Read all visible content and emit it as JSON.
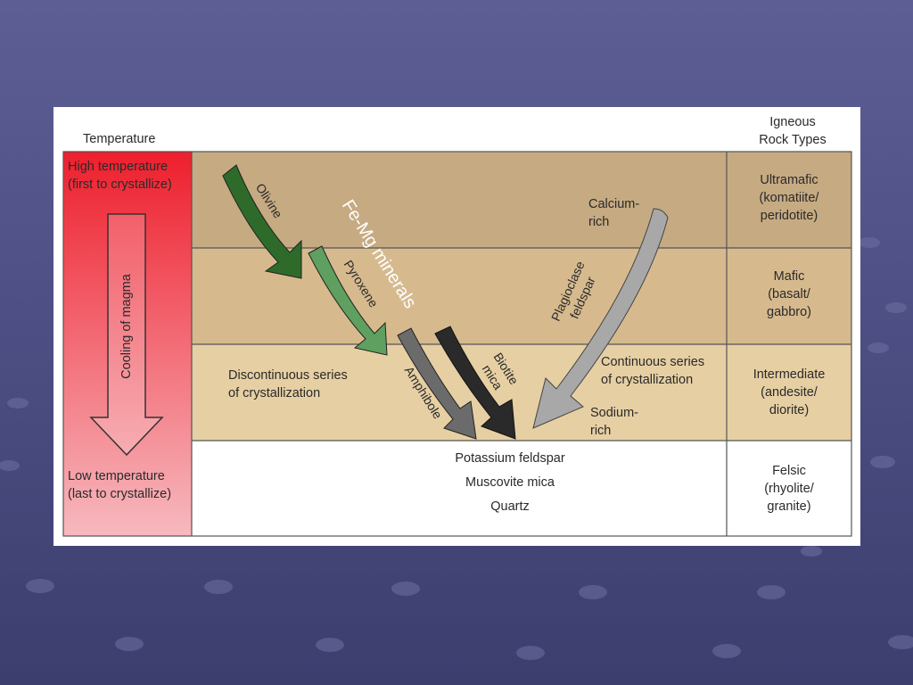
{
  "headers": {
    "temperature": "Temperature",
    "rock_types": "Igneous\nRock Types"
  },
  "temperature_column": {
    "high": "High temperature\n(first to crystallize)",
    "cooling": "Cooling of magma",
    "low": "Low temperature\n(last to crystallize)"
  },
  "minerals": {
    "olivine": "Olivine",
    "pyroxene": "Pyroxene",
    "amphibole": "Amphibole",
    "biotite": "Biotite\nmica",
    "plagioclase": "Plagioclase\nfeldspar",
    "fe_mg": "Fe-Mg minerals"
  },
  "series": {
    "discontinuous": "Discontinuous series\nof crystallization",
    "continuous": "Continuous series\nof crystallization",
    "calcium_rich": "Calcium-\nrich",
    "sodium_rich": "Sodium-\nrich"
  },
  "final_minerals": [
    "Potassium feldspar",
    "Muscovite mica",
    "Quartz"
  ],
  "rock_types": [
    "Ultramafic\n(komatiite/\nperidotite)",
    "Mafic\n(basalt/\ngabbro)",
    "Intermediate\n(andesite/\ndiorite)",
    "Felsic\n(rhyolite/\ngranite)"
  ],
  "colors": {
    "band1": "#c6aa82",
    "band2": "#d6ba8e",
    "band3": "#e6cfa3",
    "temp_high": "#ee1f2d",
    "temp_low": "#f7b9bf",
    "olivine": "#2e6b2a",
    "pyroxene": "#5fa060",
    "amphibole": "#6b6b6b",
    "biotite": "#2a2a2a",
    "plagioclase": "#a8a8a8"
  }
}
